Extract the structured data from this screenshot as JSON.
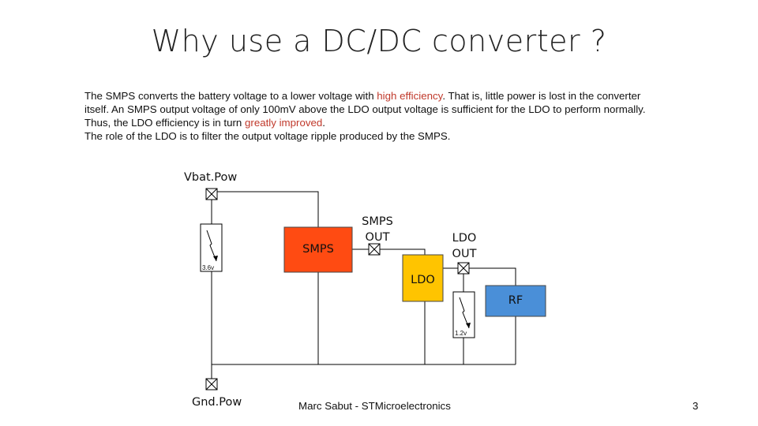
{
  "slide": {
    "title": "Why use a DC/DC converter ?",
    "paragraph1": {
      "part1": "The SMPS converts the battery voltage to a lower voltage with ",
      "highlight1": "high efficiency",
      "part2": ". That is, little power is lost in the converter itself. An SMPS output voltage of only 100mV above the LDO output voltage is sufficient for the LDO to perform normally. Thus, the LDO efficiency is in turn ",
      "highlight2": "greatly improved",
      "part3": "."
    },
    "paragraph2": "The role of the LDO is to filter the output voltage ripple produced by the SMPS.",
    "footer_author": "Marc Sabut - STMicroelectronics",
    "page_number": "3"
  },
  "diagram": {
    "vbat_label": "Vbat.Pow",
    "gnd_label": "Gnd.Pow",
    "smps_label": "SMPS",
    "smps_out_line1": "SMPS",
    "smps_out_line2": "OUT",
    "ldo_out_line1": "LDO",
    "ldo_out_line2": "OUT",
    "ldo_label": "LDO",
    "rf_label": "RF",
    "battery_voltage": "3.6v",
    "ldo_voltage": "1.2v",
    "colors": {
      "smps": "#ff4b12",
      "ldo": "#ffc400",
      "rf": "#4a8fd8",
      "highlight": "#c0392b"
    }
  }
}
